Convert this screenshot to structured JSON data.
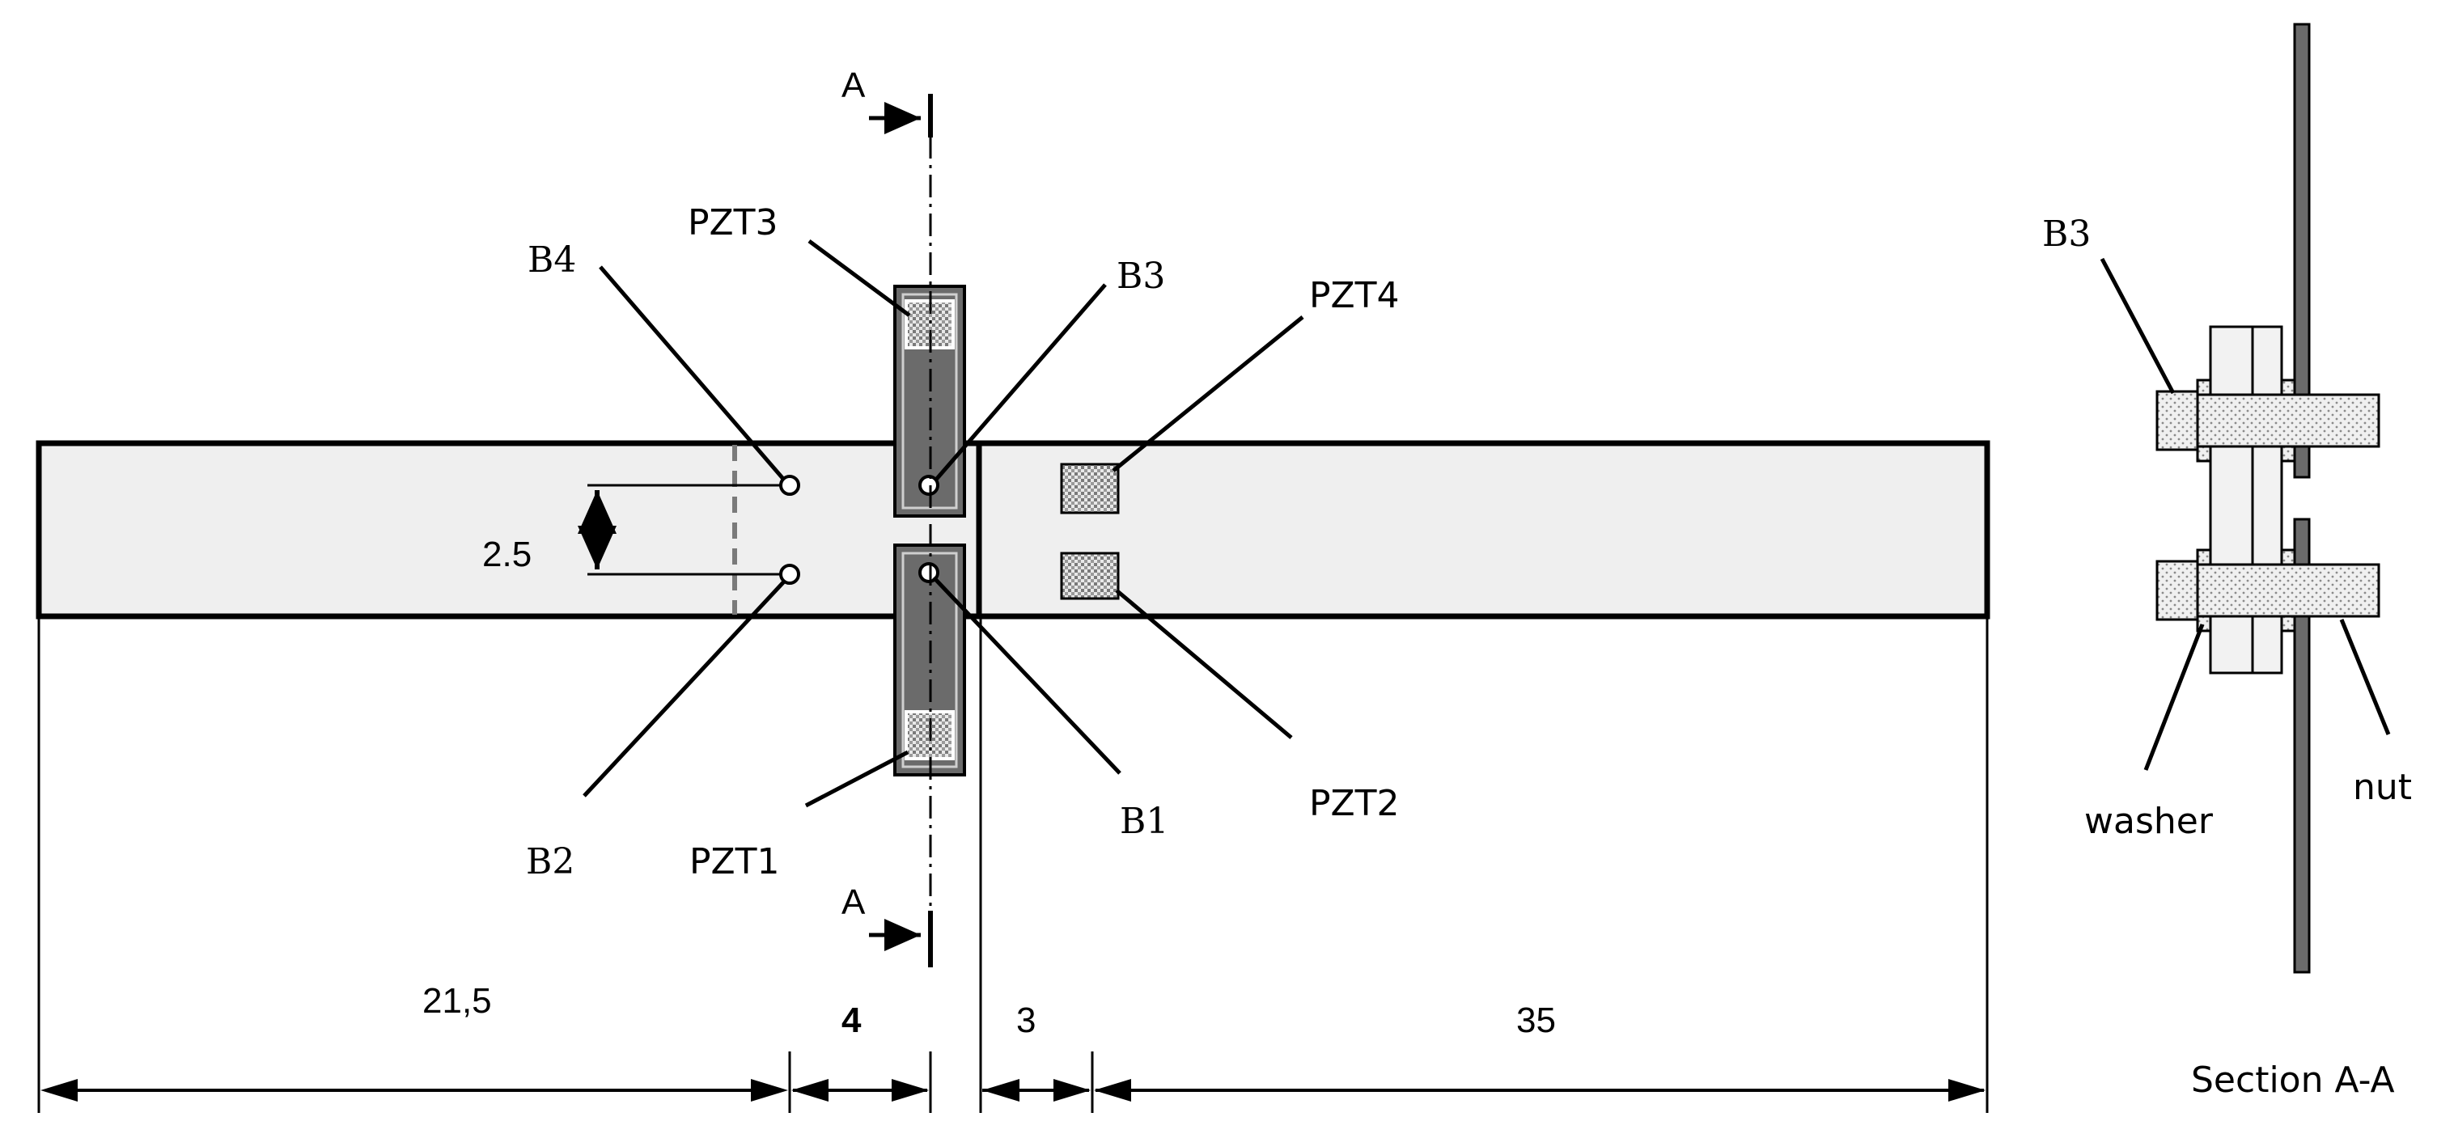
{
  "colors": {
    "beam_fill": "#efefef",
    "plate_fill": "#6b6b6b",
    "pzt_fill": "#d9d9d9",
    "bolt_fill": "#e6e6e6",
    "outline": "#000000",
    "dashed_line": "#7a7a7a"
  },
  "labels": {
    "pzt1": "PZT1",
    "pzt2": "PZT2",
    "pzt3": "PZT3",
    "pzt4": "PZT4",
    "b1": "B1",
    "b2": "B2",
    "b3": "B3",
    "b4": "B4",
    "section_a_top": "A",
    "section_a_bottom": "A",
    "spacing": "2.5"
  },
  "dimensions": {
    "d1": "21,5",
    "d2": "4",
    "d3": "3",
    "d4": "35"
  },
  "section_view": {
    "title": "Section A-A",
    "b3": "B3",
    "washer": "washer",
    "nut": "nut"
  }
}
